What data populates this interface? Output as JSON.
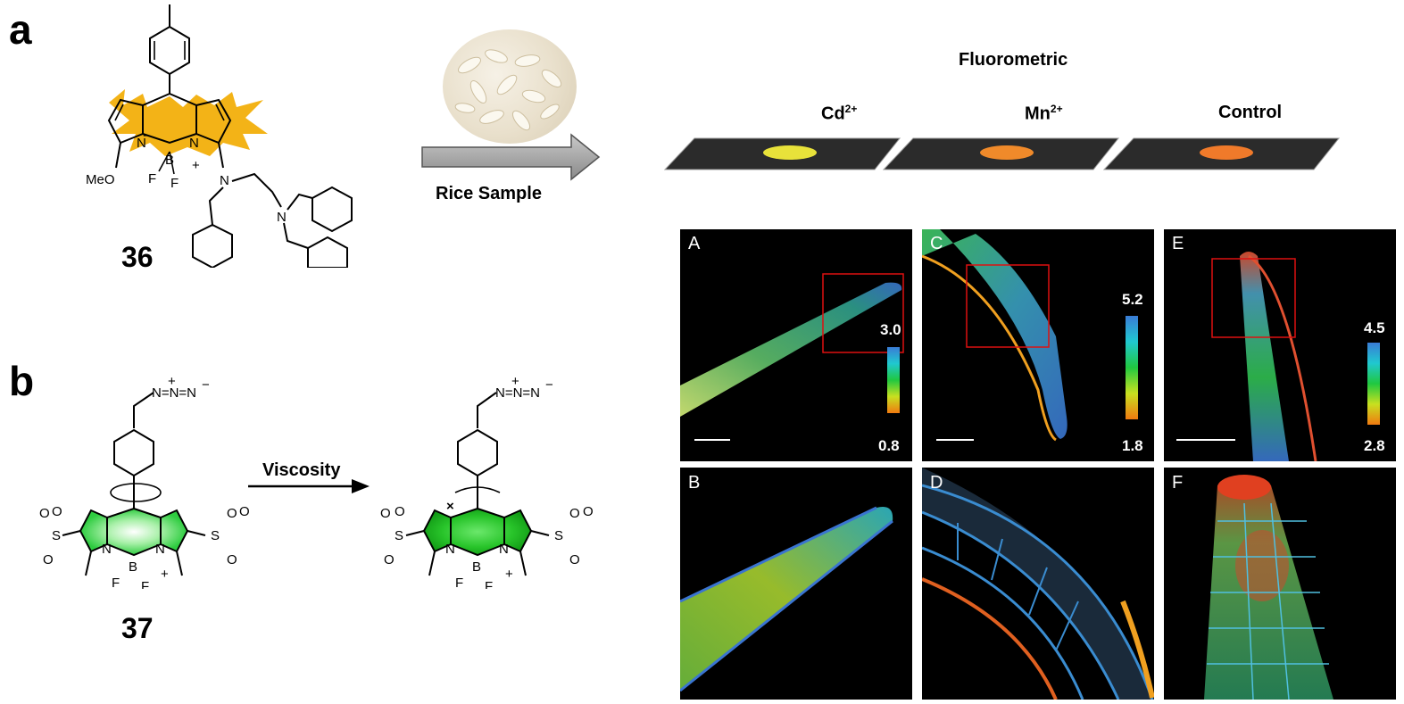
{
  "panel_a": {
    "letter": "a",
    "compound": "36",
    "methoxy": "MeO",
    "arrow_label": "Rice Sample"
  },
  "panel_b": {
    "letter": "b",
    "compound": "37",
    "arrow_label": "Viscosity"
  },
  "fluorometric": {
    "title": "Fluorometric",
    "columns": [
      {
        "label_base": "Cd",
        "label_sup": "2+",
        "spot_color": "#e8e23a"
      },
      {
        "label_base": "Mn",
        "label_sup": "2+",
        "spot_color": "#f08a2a"
      },
      {
        "label_base": "Control",
        "label_sup": "",
        "spot_color": "#f07a2a"
      }
    ]
  },
  "micrographs": {
    "top": [
      {
        "label": "A",
        "cbar_max": "3.0",
        "cbar_min": "0.8"
      },
      {
        "label": "C",
        "cbar_max": "5.2",
        "cbar_min": "1.8"
      },
      {
        "label": "E",
        "cbar_max": "4.5",
        "cbar_min": "2.8"
      }
    ],
    "bottom": [
      {
        "label": "B"
      },
      {
        "label": "D"
      },
      {
        "label": "F"
      }
    ]
  },
  "atoms": {
    "N": "N",
    "B": "B",
    "F": "F",
    "O": "O",
    "S": "S",
    "plus": "+",
    "minus": "−"
  }
}
